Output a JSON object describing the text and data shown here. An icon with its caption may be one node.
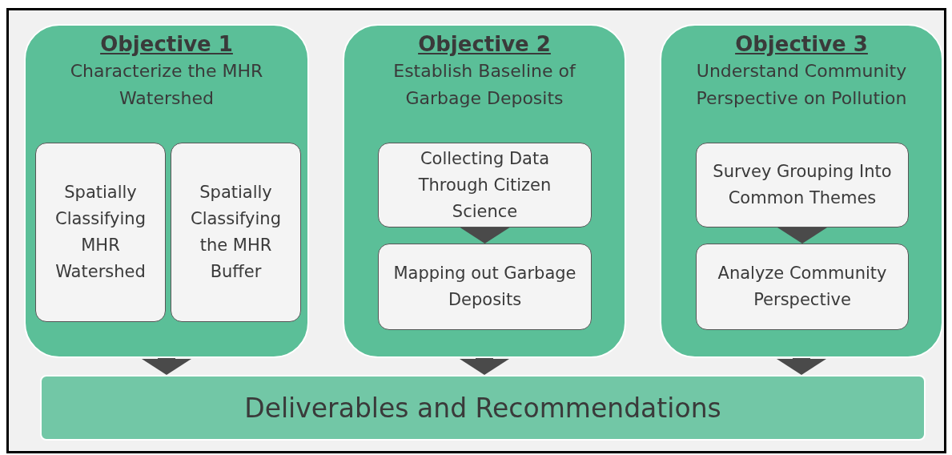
{
  "diagram": {
    "nodes": [
      {
        "text": [
          "Objective 1",
          "Characterize the MHR Watershed"
        ]
      },
      {
        "text": [
          "Spatially Classifying MHR Watershed"
        ],
        "in": 0
      },
      {
        "text": [
          "Spatially Classifying the MHR Buffer"
        ],
        "in": 0
      },
      {
        "text": [
          "Objective 2",
          "Establish Baseline of Garbage Deposits"
        ]
      },
      {
        "text": [
          "Collecting Data Through Citizen Science"
        ],
        "in": 3
      },
      {
        "text": [
          "Mapping out Garbage Deposits"
        ],
        "in": 3
      },
      {
        "text": [
          "Objective 3",
          "Understand Community Perspective on Pollution"
        ]
      },
      {
        "text": [
          "Survey Grouping Into Common Themes"
        ],
        "in": 6
      },
      {
        "text": [
          "Analyze Community Perspective"
        ],
        "in": 6
      },
      {
        "text": [
          "Deliverables and Recommendations"
        ]
      }
    ],
    "edges": [
      {
        "from": 4,
        "to": 5,
        "arrow": "to"
      },
      {
        "from": 7,
        "to": 8,
        "arrow": "to"
      },
      {
        "from": 0,
        "to": 9,
        "arrow": "to"
      },
      {
        "from": 3,
        "to": 9,
        "arrow": "to"
      },
      {
        "from": 6,
        "to": 9,
        "arrow": "to"
      }
    ]
  }
}
